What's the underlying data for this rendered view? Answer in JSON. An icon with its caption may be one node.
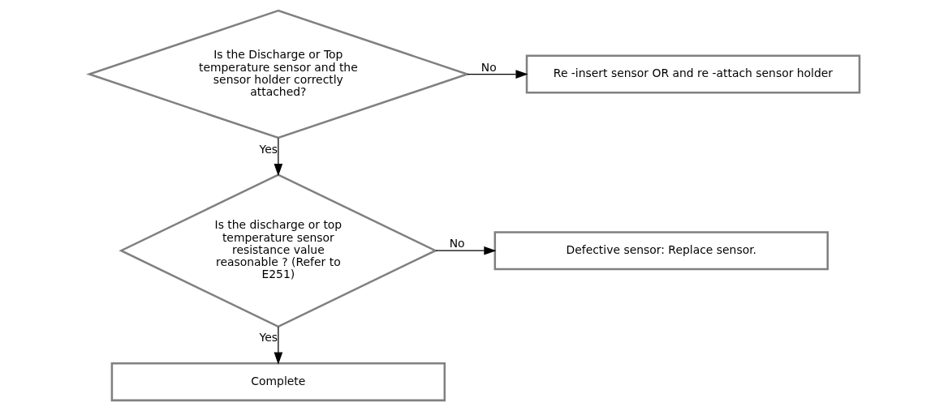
{
  "diagram": {
    "nodes": [
      {
        "text": [
          "Is the Discharge or Top temperature sensor and the sensor holder correctly attached?"
        ]
      },
      {
        "text": [
          "Re -insert sensor OR and re -attach sensor holder"
        ]
      },
      {
        "text": [
          "Is the discharge or top temperature sensor resistance value reasonable ? (Refer to E251)"
        ]
      },
      {
        "text": [
          "Defective sensor: Replace sensor."
        ]
      },
      {
        "text": [
          "Complete"
        ]
      }
    ],
    "edges": [
      {
        "from": 0,
        "to": 1,
        "arrow": "to",
        "label": "No"
      },
      {
        "from": 0,
        "to": 2,
        "arrow": "to",
        "label": "Yes"
      },
      {
        "from": 2,
        "to": 3,
        "arrow": "to",
        "label": "No"
      },
      {
        "from": 2,
        "to": 4,
        "arrow": "to",
        "label": "Yes"
      }
    ]
  }
}
